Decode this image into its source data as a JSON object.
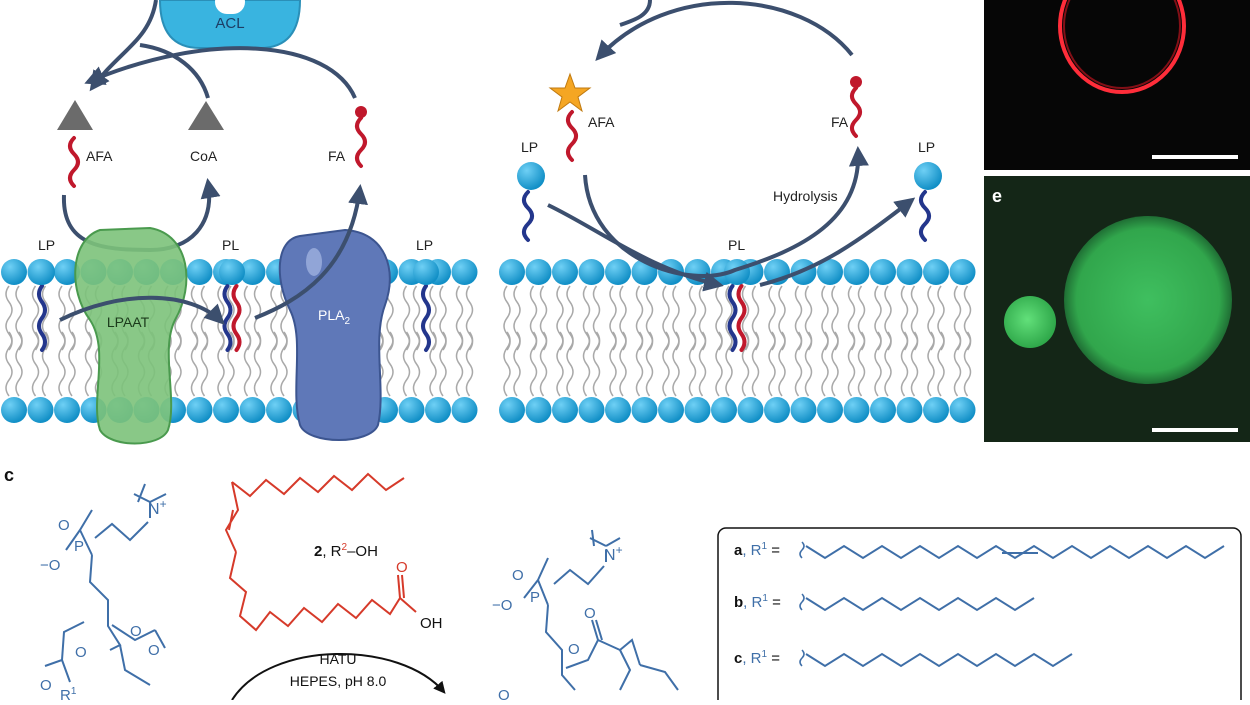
{
  "panels": {
    "left": {
      "enzyme_top": "ACL",
      "afa": "AFA",
      "coa": "CoA",
      "fa": "FA",
      "lp_left": "LP",
      "pl": "PL",
      "lp_right": "LP",
      "lpaat": "LPAAT",
      "pla2_main": "PLA",
      "pla2_sub": "2"
    },
    "middle": {
      "lp_left": "LP",
      "afa": "AFA",
      "fa": "FA",
      "lp_right": "LP",
      "hydrolysis": "Hydrolysis",
      "pl": "PL"
    },
    "micrographs": {
      "e_label": "e"
    }
  },
  "section_c": {
    "label": "c",
    "reagent_number": "2",
    "reagent_label_rest": ", R",
    "reagent_sup": "2",
    "reagent_tail": "–OH",
    "oh": "OH",
    "o": "O",
    "n_plus": "N",
    "plus": "+",
    "p": "P",
    "o_minus": "O",
    "minus": "−",
    "r1": "R",
    "r1_sup": "1",
    "arrow_line1": "HATU",
    "arrow_line2": "HEPES, pH 8.0",
    "legend": [
      {
        "letter": "a",
        "text": ", R",
        "sup": "1",
        "eq": " ="
      },
      {
        "letter": "b",
        "text": ", R",
        "sup": "1",
        "eq": " ="
      },
      {
        "letter": "c",
        "text": ", R",
        "sup": "1",
        "eq": " ="
      }
    ]
  },
  "colors": {
    "head_blue": "#1aa1d8",
    "tail_navy": "#23368c",
    "tail_red": "#c0182c",
    "arrow_navy": "#3c4f6e",
    "lpaat_green": "#7cc27a",
    "pla2_blue": "#5f78b8",
    "acl_cyan": "#39b4e0",
    "chem_blue": "#3f6fa8",
    "chem_red": "#d63a2a",
    "star_orange": "#f5a623",
    "red_fluor": "#ff2d3a",
    "green_fluor": "#2fa84a"
  }
}
